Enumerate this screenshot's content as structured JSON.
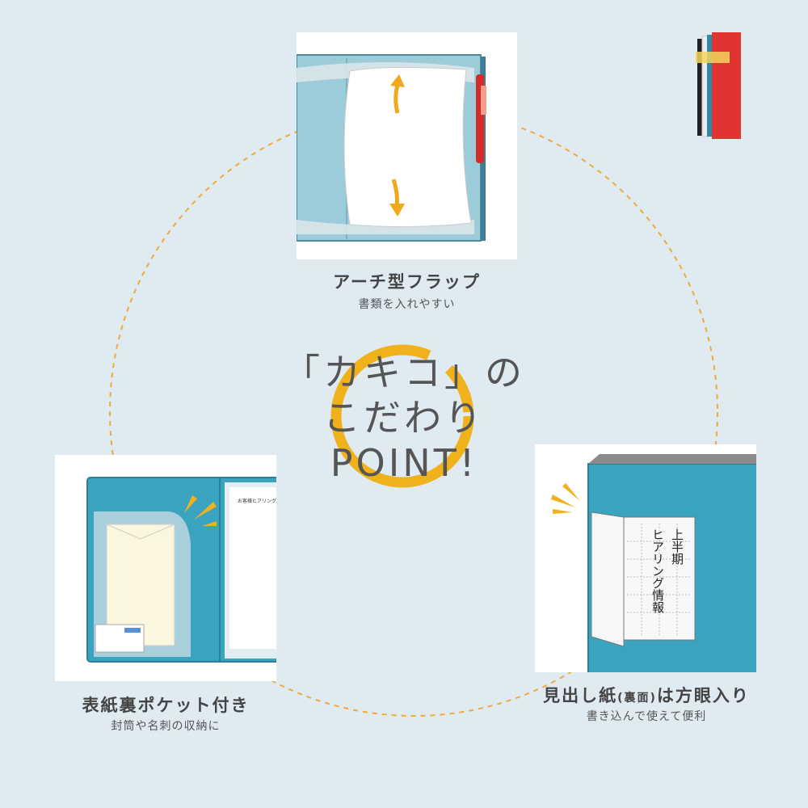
{
  "colors": {
    "background": "#dfeaf1",
    "accent_orange": "#f0b21c",
    "folder_blue": "#3aa3c0",
    "text": "#444444"
  },
  "center": {
    "line1": "「カキコ」の",
    "line2": "こだわり",
    "line3": "POINT!"
  },
  "points": [
    {
      "title": "アーチ型フラップ",
      "subtitle": "書類を入れやすい"
    },
    {
      "title": "表紙裏ポケット付き",
      "subtitle": "封筒や名刺の収納に"
    },
    {
      "title_main": "見出し紙",
      "title_paren": "(裏面)",
      "title_rest": "は方眼入り",
      "subtitle": "書き込んで使えて便利"
    }
  ],
  "index_paper": {
    "line1": "上半期",
    "line2": "ヒアリング情報"
  },
  "document": {
    "heading": "お客様ヒアリング"
  },
  "icons": [
    "arrow-up-icon",
    "arrow-down-icon",
    "pen-icon",
    "spark-icon",
    "product-folders-icon"
  ]
}
